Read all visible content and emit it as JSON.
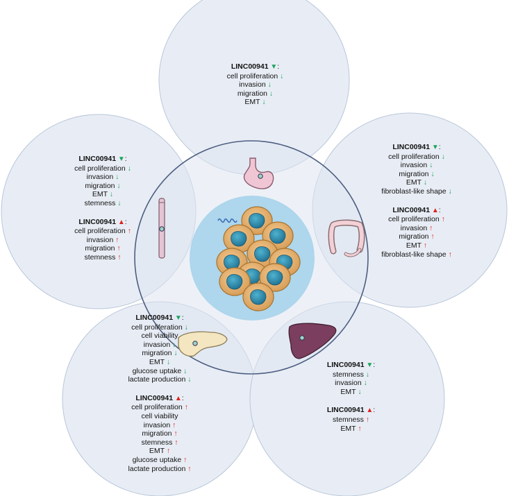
{
  "colors": {
    "petal_fill": "#e8edf5",
    "petal_stroke": "#b9c6d9",
    "ring_fill": "#dfe6f0",
    "ring_stroke": "#4d5e80",
    "center_fill": "#aed6ec",
    "down": "#1aa35c",
    "up": "#e0201c",
    "cell_fill": "#e2ae6c",
    "nucleus_fill": "#2f8fb0"
  },
  "icons": [
    "stomach-icon",
    "colon-icon",
    "liver-icon",
    "pancreas-icon",
    "esophagus-icon",
    "tumor-cells-icon"
  ],
  "panels": [
    {
      "id": "stomach",
      "groups": [
        {
          "gene": "LINC00941",
          "dir": "down",
          "items": [
            "cell proliferation",
            "invasion",
            "migration",
            "EMT"
          ]
        }
      ]
    },
    {
      "id": "colon",
      "groups": [
        {
          "gene": "LINC00941",
          "dir": "down",
          "items": [
            "cell proliferation",
            "invasion",
            "migration",
            "EMT",
            "fibroblast-like shape"
          ]
        },
        {
          "gene": "LINC00941",
          "dir": "up",
          "items": [
            "cell proliferation",
            "invasion",
            "migration",
            "EMT",
            "fibroblast-like shape"
          ]
        }
      ]
    },
    {
      "id": "esophagus",
      "groups": [
        {
          "gene": "LINC00941",
          "dir": "down",
          "items": [
            "cell proliferation",
            "invasion",
            "migration",
            "EMT",
            "stemness"
          ]
        },
        {
          "gene": "LINC00941",
          "dir": "up",
          "items": [
            "cell proliferation",
            "invasion",
            "migration",
            "stemness"
          ]
        }
      ]
    },
    {
      "id": "pancreas",
      "groups": [
        {
          "gene": "LINC00941",
          "dir": "down",
          "items": [
            "cell proliferation",
            "cell viability",
            "invasion",
            "migration",
            "EMT",
            "glucose uptake",
            "lactate production"
          ],
          "no_arrow": [
            1
          ]
        },
        {
          "gene": "LINC00941",
          "dir": "up",
          "items": [
            "cell proliferation",
            "cell viability",
            "invasion",
            "migration",
            "stemness",
            "EMT",
            "glucose uptake",
            "lactate production"
          ],
          "no_arrow": [
            1
          ]
        }
      ]
    },
    {
      "id": "liver",
      "groups": [
        {
          "gene": "LINC00941",
          "dir": "down",
          "items": [
            "stemness",
            "invasion",
            "EMT"
          ]
        },
        {
          "gene": "LINC00941",
          "dir": "up",
          "items": [
            "stemness",
            "EMT"
          ]
        }
      ]
    }
  ]
}
